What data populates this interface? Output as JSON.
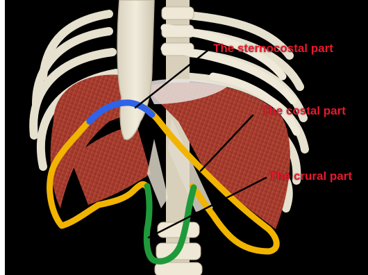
{
  "labels": {
    "sternocostal": "The sternocostal part",
    "costal": "The costal part",
    "crural": "The crural part"
  },
  "colors": {
    "label_text": "#e8192c",
    "sternocostal_outline": "#2f63e8",
    "costal_outline": "#f1b400",
    "crural_outline": "#1f9a3a",
    "leader_line": "#000000",
    "background": "#000000"
  }
}
